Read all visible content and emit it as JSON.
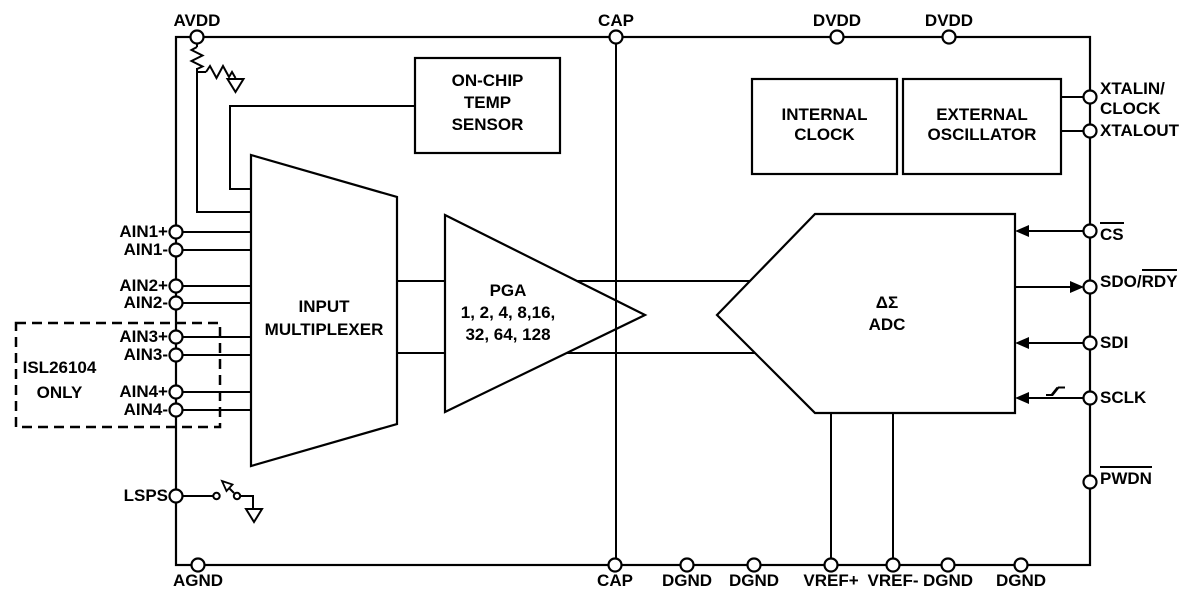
{
  "diagram": {
    "pins": {
      "top": {
        "avdd": "AVDD",
        "cap": "CAP",
        "dvdd1": "DVDD",
        "dvdd2": "DVDD"
      },
      "bottom": {
        "agnd": "AGND",
        "cap": "CAP",
        "dgnd1": "DGND",
        "dgnd2": "DGND",
        "vrefp": "VREF+",
        "vrefm": "VREF-",
        "dgnd3": "DGND",
        "dgnd4": "DGND"
      },
      "left": {
        "ain1p": "AIN1+",
        "ain1m": "AIN1-",
        "ain2p": "AIN2+",
        "ain2m": "AIN2-",
        "ain3p": "AIN3+",
        "ain3m": "AIN3-",
        "ain4p": "AIN4+",
        "ain4m": "AIN4-",
        "lsps": "LSPS"
      },
      "right": {
        "xtalin_line1": "XTALIN/",
        "xtalin_line2": "CLOCK",
        "xtalout": "XTALOUT",
        "cs": "CS",
        "sdo_prefix": "SDO/",
        "sdo_overlined": "RDY",
        "sdi": "SDI",
        "sclk": "SCLK",
        "pwdn": "PWDN"
      }
    },
    "blocks": {
      "temp_sensor": {
        "line1": "ON-CHIP",
        "line2": "TEMP",
        "line3": "SENSOR"
      },
      "internal_clock": {
        "line1": "INTERNAL",
        "line2": "CLOCK"
      },
      "external_oscillator": {
        "line1": "EXTERNAL",
        "line2": "OSCILLATOR"
      },
      "input_multiplexer": {
        "line1": "INPUT",
        "line2": "MULTIPLEXER"
      },
      "pga": {
        "line1": "PGA",
        "line2": "1, 2, 4, 8,16,",
        "line3": "32, 64, 128"
      },
      "adc": {
        "line1": "ΔΣ",
        "line2": "ADC"
      }
    },
    "annotation": {
      "line1": "ISL26104",
      "line2": "ONLY"
    },
    "colors": {
      "line": "#000000",
      "background": "#ffffff",
      "text": "#000000"
    }
  }
}
